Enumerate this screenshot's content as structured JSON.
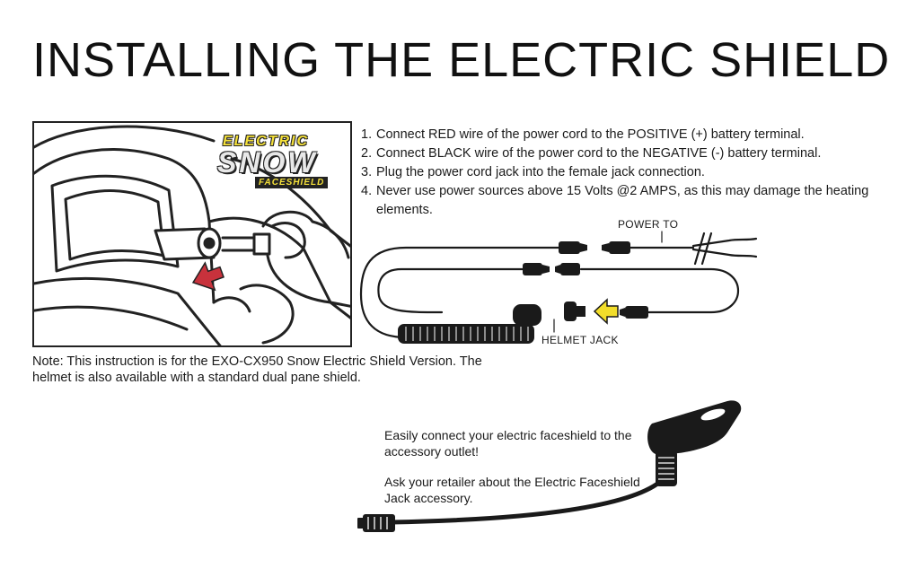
{
  "title": "INSTALLING THE ELECTRIC SHIELD",
  "logo": {
    "line1": "ELECTRIC",
    "line2": "SNOW",
    "line3": "FACESHIELD"
  },
  "steps": [
    {
      "num": "1.",
      "text": "Connect RED wire of the power cord to the POSITIVE (+) battery terminal."
    },
    {
      "num": "2.",
      "text": "Connect BLACK wire of the power cord to the NEGATIVE (-) battery terminal."
    },
    {
      "num": "3.",
      "text": "Plug the power cord jack into the female jack connection."
    },
    {
      "num": "4.",
      "text": "Never use power sources above 15 Volts @2 AMPS, as this may damage the heating elements."
    }
  ],
  "diagram": {
    "power_label": "POWER TO",
    "helmet_label": "HELMET JACK"
  },
  "note": "Note: This instruction is for the EXO-CX950 Snow Electric Shield Version. The helmet is also available with a standard dual pane shield.",
  "promo": {
    "p1": "Easily connect your electric faceshield to the accessory outlet!",
    "p2": "Ask your retailer about the Electric Faceshield Jack accessory."
  },
  "colors": {
    "arrow_red": "#c8323c",
    "arrow_yellow": "#f2dd2a",
    "ink": "#1a1a1a"
  }
}
